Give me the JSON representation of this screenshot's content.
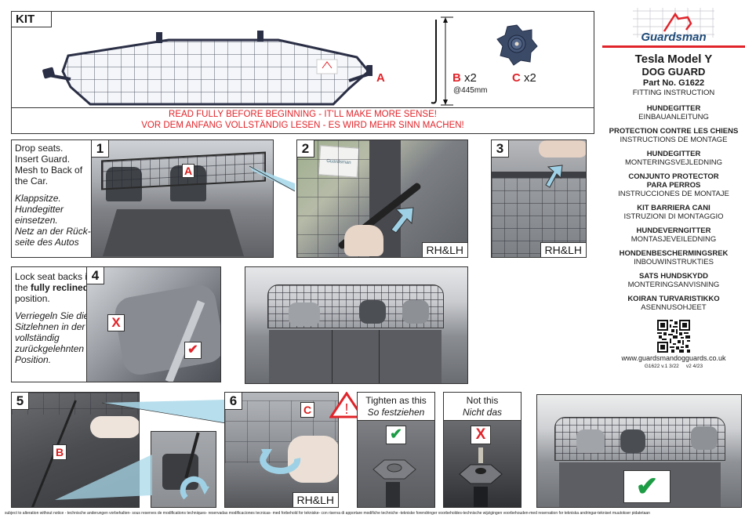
{
  "brand": {
    "logo_text": "Guardsman",
    "accent_color": "#e0242a",
    "logo_color": "#1e4a78"
  },
  "product": {
    "model": "Tesla Model Y",
    "type": "DOG GUARD",
    "part_no": "Part No. G1622",
    "doc_type": "FITTING INSTRUCTION"
  },
  "languages": [
    {
      "title": "HUNDEGITTER",
      "subtitle": "EINBAUANLEITUNG"
    },
    {
      "title": "PROTECTION CONTRE LES CHIENS",
      "subtitle": "INSTRUCTIONS DE MONTAGE"
    },
    {
      "title": "HUNDEGITTER",
      "subtitle": "MONTERINGSVEJLEDNING"
    },
    {
      "title": "CONJUNTO PROTECTOR",
      "title2": "PARA PERROS",
      "subtitle": "INSTRUCCIONES DE MONTAJE"
    },
    {
      "title": "KIT BARRIERA CANI",
      "subtitle": "ISTRUZIONI DI MONTAGGIO"
    },
    {
      "title": "HUNDEVERNGITTER",
      "subtitle": "MONTASJEVEILEDNING"
    },
    {
      "title": "HONDENBESCHERMINGSREK",
      "subtitle": "INBOUWINSTRUKTIES"
    },
    {
      "title": "SATS HUNDSKYDD",
      "subtitle": "MONTERINGSANVISNING"
    },
    {
      "title": "KOIRAN TURVARISTIKKO",
      "subtitle": "ASENNUSOHJEET"
    }
  ],
  "website": "www.guardsmandogguards.co.uk",
  "version": "G1622 v.1 3/22     v2 4/23",
  "kit": {
    "header": "KIT",
    "parts": [
      {
        "letter": "A",
        "qty": "",
        "note": ""
      },
      {
        "letter": "B",
        "qty": "x2",
        "note": "@445mm"
      },
      {
        "letter": "C",
        "qty": "x2",
        "note": ""
      }
    ],
    "warning_en": "READ FULLY BEFORE BEGINNING - IT'LL MAKE MORE SENSE!",
    "warning_de": "VOR DEM ANFANG VOLLSTÄNDIG LESEN - ES WIRD MEHR SINN MACHEN!"
  },
  "steps": {
    "s1": {
      "number": "1",
      "label": "A",
      "text_en": [
        "Drop seats.",
        "Insert Guard.",
        "Mesh to Back of the Car."
      ],
      "text_de": [
        "Klappsitze.",
        "Hundegitter einsetzen.",
        "Netz an der Rück-seite des Autos"
      ]
    },
    "s2": {
      "number": "2",
      "badge": "RH&LH",
      "card_text": "Guardsman"
    },
    "s3": {
      "number": "3",
      "badge": "RH&LH"
    },
    "s4": {
      "number": "4",
      "text_en_pre": "Lock seat backs in the ",
      "text_en_bold": "fully reclined",
      "text_en_post": " position.",
      "text_de": "Verriegeln Sie die Sitzlehnen in der vollständig zurückgelehnten Position.",
      "wrong_mark": "X",
      "right_mark": "✔"
    },
    "s5": {
      "number": "5",
      "label": "B"
    },
    "s6": {
      "number": "6",
      "label": "C",
      "badge": "RH&LH",
      "warning_symbol": "!"
    },
    "tighten": {
      "title_en": "Tighten as this",
      "title_de": "So festziehen",
      "mark": "✔"
    },
    "not_this": {
      "title_en": "Not this",
      "title_de": "Nicht das",
      "mark": "X"
    },
    "final": {
      "mark": "✔"
    }
  },
  "footer": {
    "disclaimer": "subject to alteration without notice - technische anderungen vorbehalten- sous reserves de modifications techniques- reservadas modificaciones tecnicas- med forbehold for tekniske- con riserva di apportare modifiche techniche -tekniske forendringer voorbeholdes-technische wijzigingen voorbehouden-med reservation for tekniska andringar-tekniset muutokser pidatetaan"
  }
}
